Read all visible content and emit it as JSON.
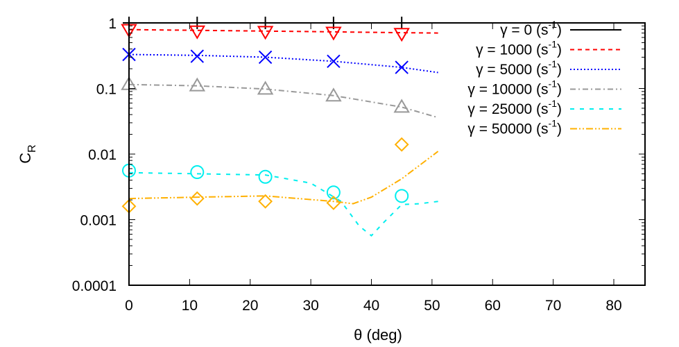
{
  "chart_data": {
    "type": "line",
    "title": "",
    "xlabel": "θ (deg)",
    "ylabel": "C_R",
    "ylabel_main": "C",
    "ylabel_sub": "R",
    "xlim": [
      0,
      85
    ],
    "ylim": [
      0.0001,
      1
    ],
    "yscale": "log",
    "grid": false,
    "legend_position": "upper right",
    "x_ticks": [
      0,
      10,
      20,
      30,
      40,
      50,
      60,
      70,
      80
    ],
    "x_tick_labels": [
      "0",
      "10",
      "20",
      "30",
      "40",
      "50",
      "60",
      "70",
      "80"
    ],
    "y_ticks": [
      1,
      0.1,
      0.01,
      0.001,
      0.0001
    ],
    "y_tick_labels": [
      "1",
      "0.1",
      "0.01",
      "0.001",
      "0.0001"
    ],
    "x": [
      0,
      11.25,
      22.5,
      33.75,
      45
    ],
    "series": [
      {
        "name": "γ = 0 (s-1)",
        "label_main": "γ = 0 (s",
        "label_sup": "-1",
        "label_end": ")",
        "color": "#000000",
        "marker": "plus",
        "dash": "",
        "values": [
          1,
          1,
          1,
          1,
          1
        ],
        "curve": [
          [
            0,
            1
          ],
          [
            51,
            1
          ]
        ]
      },
      {
        "name": "γ = 1000 (s-1)",
        "label_main": "γ = 1000 (s",
        "label_sup": "-1",
        "label_end": ")",
        "color": "#ff0000",
        "marker": "triangle-down",
        "dash": "6,5",
        "values": [
          0.79,
          0.75,
          0.74,
          0.72,
          0.69
        ],
        "curve": [
          [
            0,
            0.79
          ],
          [
            11.25,
            0.77
          ],
          [
            22.5,
            0.75
          ],
          [
            33.75,
            0.73
          ],
          [
            45,
            0.71
          ],
          [
            51,
            0.7
          ]
        ]
      },
      {
        "name": "γ = 5000 (s-1)",
        "label_main": "γ = 5000 (s",
        "label_sup": "-1",
        "label_end": ")",
        "color": "#0000ff",
        "marker": "cross",
        "dash": "2,3",
        "values": [
          0.33,
          0.31,
          0.3,
          0.26,
          0.21
        ],
        "curve": [
          [
            0,
            0.33
          ],
          [
            11.25,
            0.32
          ],
          [
            22.5,
            0.3
          ],
          [
            33.75,
            0.26
          ],
          [
            45,
            0.21
          ],
          [
            51,
            0.175
          ]
        ]
      },
      {
        "name": "γ = 10000 (s-1)",
        "label_main": "γ = 10000 (s",
        "label_sup": "-1",
        "label_end": ")",
        "color": "#999999",
        "marker": "triangle-up",
        "dash": "8,4,2,4",
        "values": [
          0.115,
          0.11,
          0.098,
          0.077,
          0.052
        ],
        "curve": [
          [
            0,
            0.115
          ],
          [
            11.25,
            0.11
          ],
          [
            22.5,
            0.098
          ],
          [
            33.75,
            0.078
          ],
          [
            45,
            0.052
          ],
          [
            51,
            0.036
          ]
        ]
      },
      {
        "name": "γ = 25000 (s-1)",
        "label_main": "γ = 25000 (s",
        "label_sup": "-1",
        "label_end": ")",
        "color": "#00eeee",
        "marker": "circle",
        "dash": "6,8",
        "values": [
          0.0056,
          0.0053,
          0.0045,
          0.0026,
          0.0023
        ],
        "curve": [
          [
            0,
            0.0052
          ],
          [
            11.25,
            0.005
          ],
          [
            22.5,
            0.0048
          ],
          [
            30,
            0.0036
          ],
          [
            35,
            0.0019
          ],
          [
            38,
            0.0008
          ],
          [
            40,
            0.00057
          ],
          [
            42,
            0.0009
          ],
          [
            45,
            0.0017
          ],
          [
            48,
            0.00175
          ],
          [
            51,
            0.0019
          ]
        ]
      },
      {
        "name": "γ = 50000 (s-1)",
        "label_main": "γ = 50000 (s",
        "label_sup": "-1",
        "label_end": ")",
        "color": "#ffb000",
        "marker": "diamond",
        "dash": "10,3,2,3,2,3",
        "values": [
          0.0016,
          0.0021,
          0.0019,
          0.0018,
          0.014
        ],
        "curve": [
          [
            0,
            0.0021
          ],
          [
            11.25,
            0.0022
          ],
          [
            22.5,
            0.0023
          ],
          [
            33.75,
            0.0019
          ],
          [
            37,
            0.00175
          ],
          [
            40,
            0.0022
          ],
          [
            45,
            0.0042
          ],
          [
            51,
            0.011
          ]
        ]
      }
    ]
  }
}
